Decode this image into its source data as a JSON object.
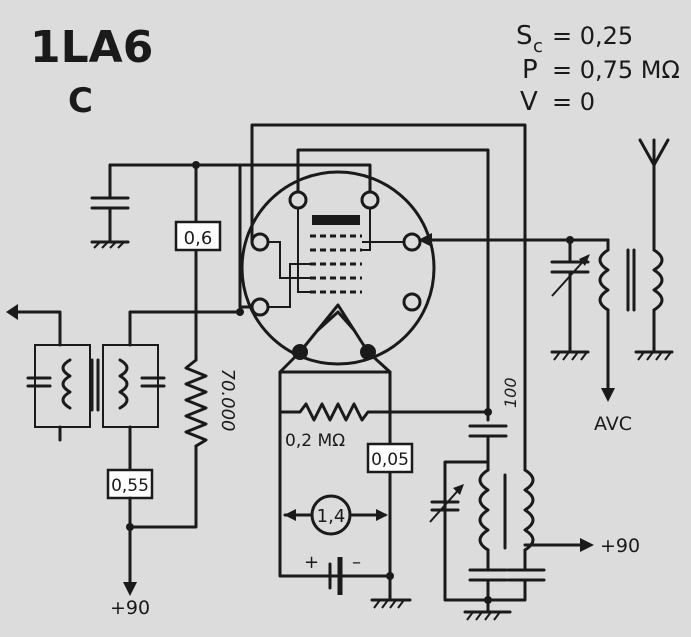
{
  "header": {
    "tube": "1LA6",
    "variant": "C",
    "sc_label": "S",
    "sc_sub": "c",
    "sc_value": "= 0,25",
    "p_label": "P",
    "p_value": "= 0,75 MΩ",
    "v_label": "V",
    "v_value": "= 0"
  },
  "labels": {
    "cap_grid": "0,6",
    "res_plate": "70.000",
    "res_grid": "0,2 MΩ",
    "cap_cathode": "0,05",
    "filament": "1,4",
    "plus": "+",
    "minus": "–",
    "cap_if": "0,55",
    "supply_left": "+90",
    "supply_right": "+90",
    "avc": "AVC",
    "cap_osc": "100"
  },
  "colors": {
    "background": "#dcdcdc",
    "ink": "#1a1a1a",
    "box_fill": "#ffffff"
  }
}
